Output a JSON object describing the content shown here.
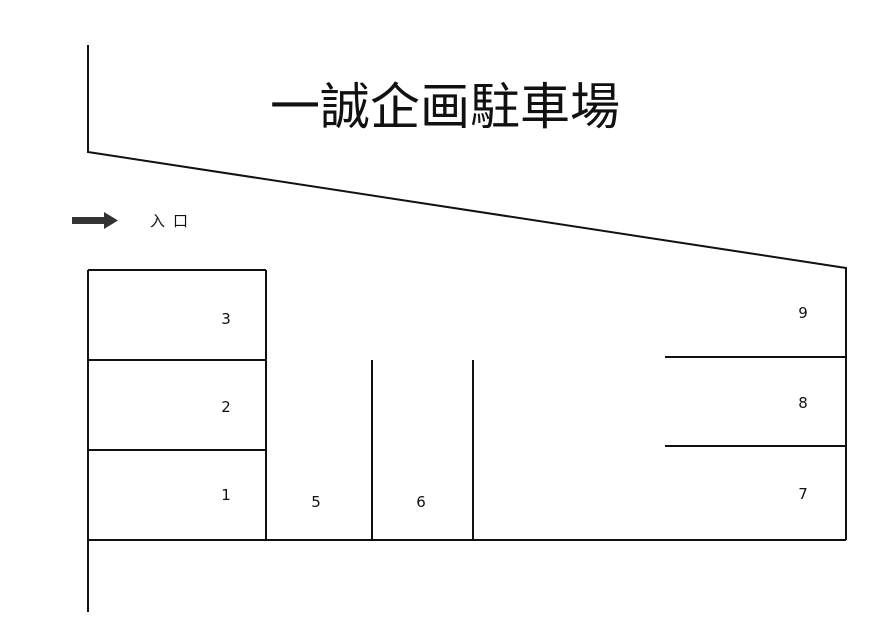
{
  "title": "一誠企画駐車場",
  "entrance": {
    "label": "入口",
    "icon": "arrow-right-icon"
  },
  "spaces": [
    {
      "number": "3"
    },
    {
      "number": "2"
    },
    {
      "number": "1"
    },
    {
      "number": "5"
    },
    {
      "number": "6"
    },
    {
      "number": "9"
    },
    {
      "number": "8"
    },
    {
      "number": "7"
    }
  ]
}
